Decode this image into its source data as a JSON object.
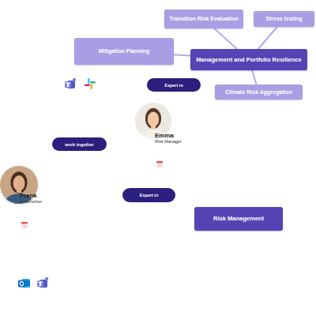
{
  "diagram": {
    "nodes": [
      {
        "text": [
          "Transition Risk Evaluation"
        ]
      },
      {
        "text": [
          "Stress testing"
        ]
      },
      {
        "text": [
          "Mitigation Planning"
        ]
      },
      {
        "text": [
          "Management and Portfolio Resilience"
        ]
      },
      {
        "text": [
          "Expert in"
        ]
      },
      {
        "text": [
          "Climate Risk Aggregation"
        ]
      },
      {
        "text": [
          "Emma",
          "Risk Manager"
        ]
      },
      {
        "text": [
          "work together"
        ]
      },
      {
        "text": [
          "Frank",
          "Underwriter"
        ]
      },
      {
        "text": [
          "Expert in"
        ]
      },
      {
        "text": [
          "Risk Management"
        ]
      }
    ],
    "edges": [
      {
        "from": 3,
        "to": 0,
        "arrow": "none"
      },
      {
        "from": 3,
        "to": 1,
        "arrow": "none"
      },
      {
        "from": 2,
        "to": 3,
        "arrow": "none"
      },
      {
        "from": 3,
        "to": 5,
        "arrow": "none"
      }
    ]
  }
}
